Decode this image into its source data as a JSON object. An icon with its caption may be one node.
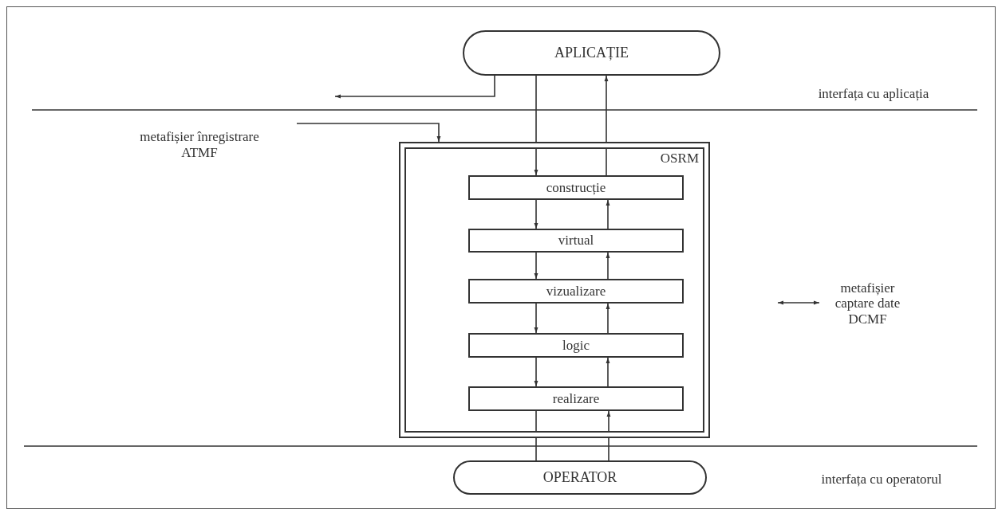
{
  "diagram": {
    "nodes": [
      {
        "text": [
          "APLICAȚIE"
        ]
      },
      {
        "text": [
          "OSRM"
        ]
      },
      {
        "text": [
          "construcție"
        ],
        "in": 1
      },
      {
        "text": [
          "virtual"
        ],
        "in": 1
      },
      {
        "text": [
          "vizualizare"
        ],
        "in": 1
      },
      {
        "text": [
          "logic"
        ],
        "in": 1
      },
      {
        "text": [
          "realizare"
        ],
        "in": 1
      },
      {
        "text": [
          "OPERATOR"
        ]
      },
      {
        "text": [
          "metafișier captare date DCMF"
        ]
      }
    ],
    "edges": [
      {
        "from": 0,
        "to": 2,
        "arrow": "to"
      },
      {
        "from": 2,
        "to": 0,
        "arrow": "to"
      },
      {
        "from": 0,
        "to": null,
        "arrow": "to"
      },
      {
        "from": null,
        "to": 1,
        "arrow": "to"
      },
      {
        "from": 2,
        "to": 3,
        "arrow": "to"
      },
      {
        "from": 3,
        "to": 2,
        "arrow": "to"
      },
      {
        "from": 3,
        "to": 4,
        "arrow": "to"
      },
      {
        "from": 4,
        "to": 3,
        "arrow": "to"
      },
      {
        "from": 4,
        "to": 5,
        "arrow": "to"
      },
      {
        "from": 5,
        "to": 4,
        "arrow": "to"
      },
      {
        "from": 5,
        "to": 6,
        "arrow": "to"
      },
      {
        "from": 6,
        "to": 5,
        "arrow": "to"
      },
      {
        "from": 6,
        "to": 7,
        "arrow": "none"
      },
      {
        "from": 7,
        "to": 6,
        "arrow": "to"
      },
      {
        "from": null,
        "to": 8,
        "arrow": "both"
      }
    ],
    "labels": [
      "interfața cu aplicația",
      "metafișier înregistrare ATMF",
      "interfața cu operatorul"
    ]
  }
}
